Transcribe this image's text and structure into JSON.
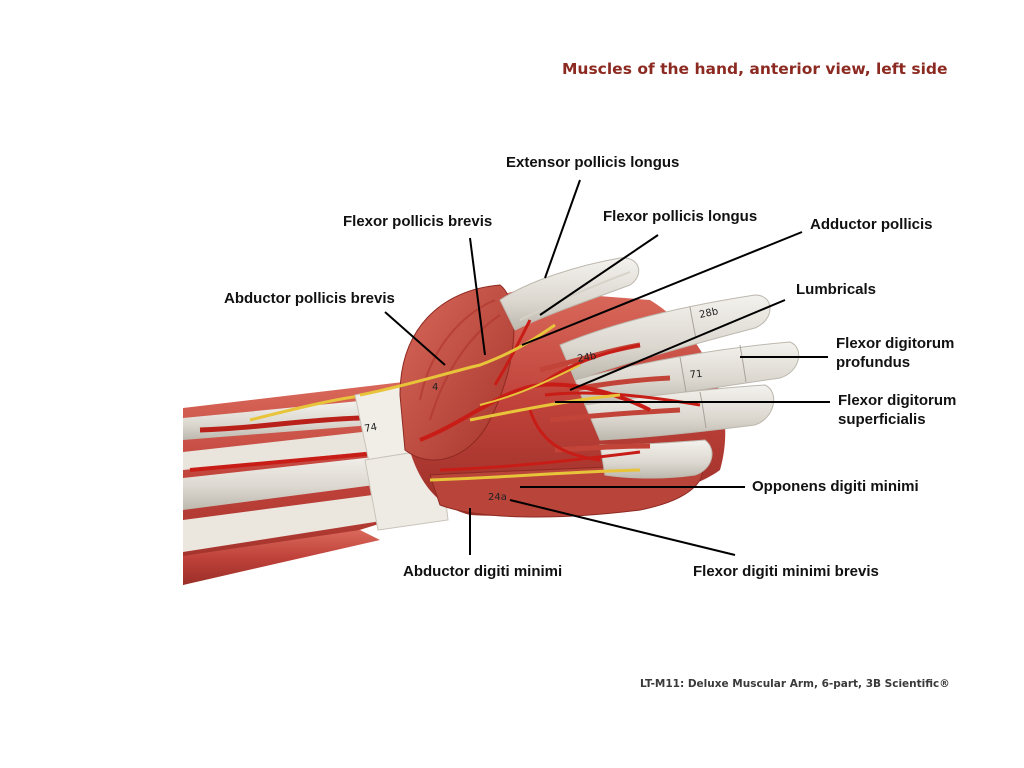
{
  "title": "Muscles of the hand, anterior view, left side",
  "credit": "LT-M11: Deluxe Muscular Arm, 6-part, 3B Scientific®",
  "labels": {
    "extensor_pollicis_longus": "Extensor pollicis longus",
    "flexor_pollicis_brevis": "Flexor pollicis brevis",
    "flexor_pollicis_longus": "Flexor pollicis longus",
    "adductor_pollicis": "Adductor pollicis",
    "abductor_pollicis_brevis": "Abductor pollicis brevis",
    "lumbricals": "Lumbricals",
    "flexor_digitorum_profundus_1": "Flexor digitorum",
    "flexor_digitorum_profundus_2": "profundus",
    "flexor_digitorum_superficialis_1": "Flexor digitorum",
    "flexor_digitorum_superficialis_2": "superficialis",
    "opponens_digiti_minimi": "Opponens digiti minimi",
    "abductor_digiti_minimi": "Abductor digiti minimi",
    "flexor_digiti_minimi_brevis": "Flexor digiti minimi brevis"
  },
  "model_marks": [
    "74",
    "28b",
    "24b",
    "71",
    "4",
    "24a"
  ],
  "colors": {
    "muscle": "#c8483c",
    "muscle_dark": "#9e2e26",
    "tendon": "#e6e2da",
    "artery": "#c81d17",
    "nerve": "#e8c43a",
    "title": "#8c2a22"
  }
}
